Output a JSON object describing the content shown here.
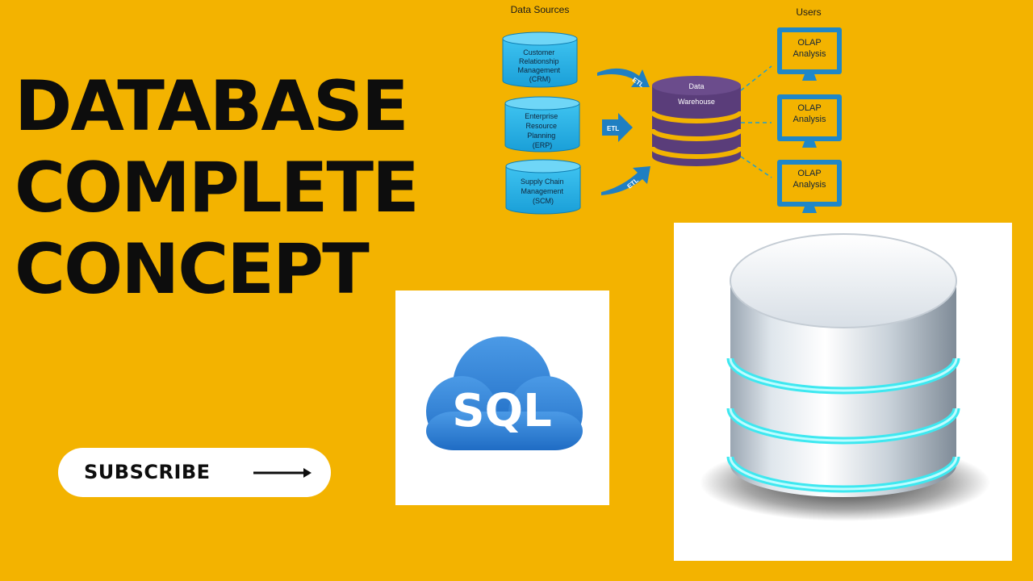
{
  "headline": {
    "lines": [
      "DATABASE",
      "COMPLETE",
      "CONCEPT"
    ]
  },
  "subscribe": {
    "label": "SUBSCRIBE"
  },
  "sql_logo": {
    "text": "SQL"
  },
  "diagram": {
    "sources_heading": "Data Sources",
    "users_heading": "Users",
    "sources": [
      {
        "lines": [
          "Customer",
          "Relationship",
          "Management",
          "(CRM)"
        ]
      },
      {
        "lines": [
          "Enterprise",
          "Resource",
          "Planning",
          "(ERP)"
        ]
      },
      {
        "lines": [
          "Supply Chain",
          "Management",
          "(SCM)"
        ]
      }
    ],
    "etl_label": "ETL",
    "warehouse": {
      "line1": "Data",
      "line2": "Warehouse"
    },
    "users": [
      {
        "line1": "OLAP",
        "line2": "Analysis"
      },
      {
        "line1": "OLAP",
        "line2": "Analysis"
      },
      {
        "line1": "OLAP",
        "line2": "Analysis"
      }
    ]
  },
  "colors": {
    "background": "#F3B300",
    "headline": "#0d0d0d",
    "cylinder_blue": "#2bb5e8",
    "warehouse_purple": "#5a3d7a",
    "warehouse_band": "#F3B300",
    "arrow_blue": "#1f7fc2",
    "sql_cloud": "#2d7fd2",
    "db_glow": "#3ee8f0"
  }
}
